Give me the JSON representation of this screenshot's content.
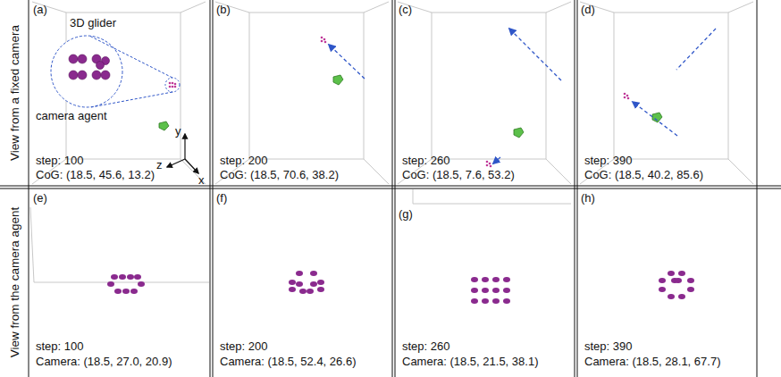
{
  "diagram": {
    "labels": [
      "View from a fixed camera",
      "View from the camera agent",
      "(a)",
      "3D glider",
      "camera agent",
      "y",
      "z",
      "x",
      "step: 100",
      "CoG: (18.5, 45.6, 13.2)",
      "(b)",
      "step: 200",
      "CoG: (18.5, 70.6, 38.2)",
      "(c)",
      "step: 260",
      "CoG: (18.5, 7.6, 53.2)",
      "(d)",
      "step: 390",
      "CoG: (18.5, 40.2, 85.6)",
      "(e)",
      "step: 100",
      "Camera: (18.5, 27.0, 20.9)",
      "(f)",
      "step: 200",
      "Camera: (18.5, 52.4, 26.6)",
      "(g)",
      "step: 260",
      "Camera: (18.5, 21.5, 38.1)",
      "(h)",
      "step: 390",
      "Camera: (18.5, 28.1, 67.7)"
    ]
  }
}
